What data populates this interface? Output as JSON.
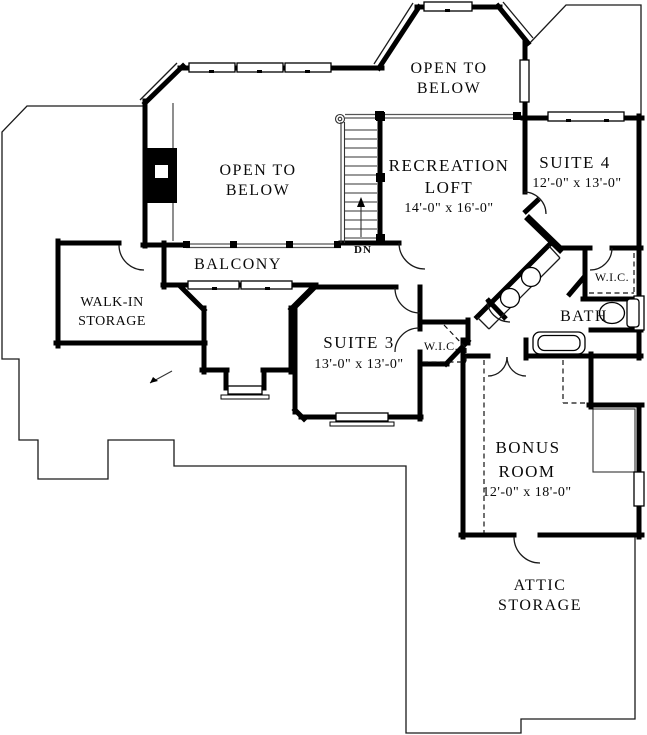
{
  "canvas": {
    "background": "#ffffff",
    "line_color": "#000000"
  },
  "rooms": {
    "open_below_right": {
      "line1": "OPEN TO",
      "line2": "BELOW"
    },
    "open_below_left": {
      "line1": "OPEN TO",
      "line2": "BELOW"
    },
    "recreation_loft": {
      "line1": "RECREATION",
      "line2": "LOFT",
      "dims": "14'-0\" x 16'-0\""
    },
    "suite4": {
      "name": "SUITE 4",
      "dims": "12'-0\" x 13'-0\""
    },
    "wic_suite4": {
      "name": "W.I.C."
    },
    "bath": {
      "name": "BATH"
    },
    "balcony": {
      "name": "BALCONY"
    },
    "walkin_storage": {
      "line1": "WALK-IN",
      "line2": "STORAGE"
    },
    "suite3": {
      "name": "SUITE 3",
      "dims": "13'-0\" x 13'-0\""
    },
    "wic_suite3": {
      "name": "W.I.C."
    },
    "bonus_room": {
      "line1": "BONUS",
      "line2": "ROOM",
      "dims": "12'-0\" x 18'-0\""
    },
    "attic_storage": {
      "line1": "ATTIC",
      "line2": "STORAGE"
    },
    "stairs": {
      "label": "DN"
    }
  }
}
